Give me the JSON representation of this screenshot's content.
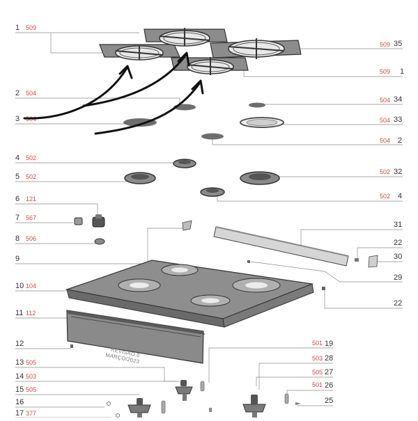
{
  "colors": {
    "callout_number": "#333333",
    "part_code": "#d24a4a",
    "leader_line": "#8a8a8a",
    "part_fill": "#8a8a8a",
    "annotation_arrow": "#111111"
  },
  "left_callouts": [
    {
      "num": "1",
      "code": "509"
    },
    {
      "num": "2",
      "code": "504"
    },
    {
      "num": "3",
      "code": "504"
    },
    {
      "num": "4",
      "code": "502"
    },
    {
      "num": "5",
      "code": "502"
    },
    {
      "num": "6",
      "code": "121"
    },
    {
      "num": "7",
      "code": "567"
    },
    {
      "num": "8",
      "code": "506"
    },
    {
      "num": "9",
      "code": ""
    },
    {
      "num": "10",
      "code": "104"
    },
    {
      "num": "11",
      "code": "112"
    },
    {
      "num": "12",
      "code": ""
    },
    {
      "num": "13",
      "code": "505"
    },
    {
      "num": "14",
      "code": "503"
    },
    {
      "num": "15",
      "code": "505"
    },
    {
      "num": "16",
      "code": ""
    },
    {
      "num": "17",
      "code": "377"
    }
  ],
  "right_callouts": [
    {
      "num": "35",
      "code": "509"
    },
    {
      "num": "1",
      "code": "509"
    },
    {
      "num": "34",
      "code": "504"
    },
    {
      "num": "33",
      "code": "504"
    },
    {
      "num": "2",
      "code": "504"
    },
    {
      "num": "32",
      "code": "502"
    },
    {
      "num": "4",
      "code": "502"
    },
    {
      "num": "31",
      "code": ""
    },
    {
      "num": "22",
      "code": ""
    },
    {
      "num": "30",
      "code": ""
    },
    {
      "num": "29",
      "code": ""
    },
    {
      "num": "22",
      "code": ""
    },
    {
      "num": "19",
      "code": "501"
    },
    {
      "num": "28",
      "code": "503"
    },
    {
      "num": "27",
      "code": "505"
    },
    {
      "num": "26",
      "code": "501"
    },
    {
      "num": "25",
      "code": ""
    }
  ],
  "watermark": {
    "line1": "REVISÃO 0",
    "line2": "MARÇO/2023"
  },
  "icons": {
    "arrow": "curved-arrow-icon",
    "grate": "burner-grate-icon",
    "cap": "burner-cap-icon",
    "knob": "knob-icon",
    "valve": "gas-valve-icon"
  }
}
